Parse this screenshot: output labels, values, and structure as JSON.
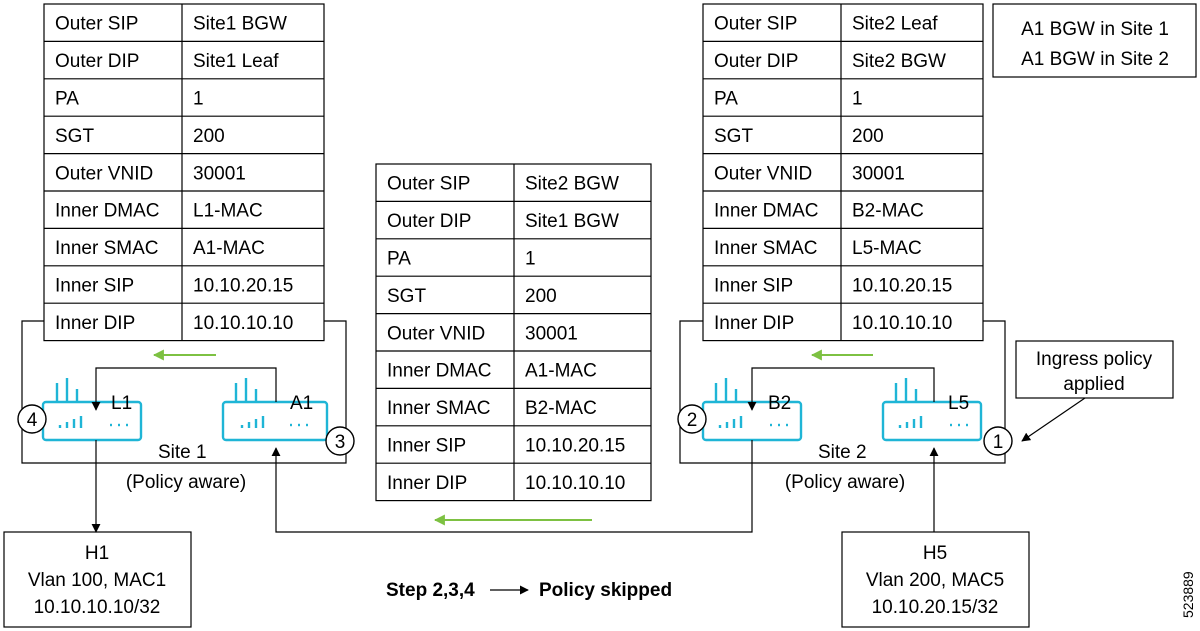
{
  "tables": {
    "site1": [
      [
        "Outer SIP",
        "Site1 BGW"
      ],
      [
        "Outer DIP",
        "Site1 Leaf"
      ],
      [
        "PA",
        "1"
      ],
      [
        "SGT",
        "200"
      ],
      [
        "Outer VNID",
        "30001"
      ],
      [
        "Inner DMAC",
        "L1-MAC"
      ],
      [
        "Inner SMAC",
        "A1-MAC"
      ],
      [
        "Inner SIP",
        "10.10.20.15"
      ],
      [
        "Inner DIP",
        "10.10.10.10"
      ]
    ],
    "middle": [
      [
        "Outer SIP",
        "Site2 BGW"
      ],
      [
        "Outer DIP",
        "Site1 BGW"
      ],
      [
        "PA",
        "1"
      ],
      [
        "SGT",
        "200"
      ],
      [
        "Outer VNID",
        "30001"
      ],
      [
        "Inner DMAC",
        "A1-MAC"
      ],
      [
        "Inner SMAC",
        "B2-MAC"
      ],
      [
        "Inner SIP",
        "10.10.20.15"
      ],
      [
        "Inner DIP",
        "10.10.10.10"
      ]
    ],
    "site2": [
      [
        "Outer SIP",
        "Site2 Leaf"
      ],
      [
        "Outer DIP",
        "Site2 BGW"
      ],
      [
        "PA",
        "1"
      ],
      [
        "SGT",
        "200"
      ],
      [
        "Outer VNID",
        "30001"
      ],
      [
        "Inner DMAC",
        "B2-MAC"
      ],
      [
        "Inner SMAC",
        "L5-MAC"
      ],
      [
        "Inner SIP",
        "10.10.20.15"
      ],
      [
        "Inner DIP",
        "10.10.10.10"
      ]
    ]
  },
  "legend_box": [
    "A1 BGW in Site 1",
    "A1 BGW in Site 2"
  ],
  "devices": {
    "l1": "L1",
    "a1": "A1",
    "b2": "B2",
    "l5": "L5"
  },
  "sites": {
    "site1_label": "Site 1",
    "site1_mode": "(Policy aware)",
    "site2_label": "Site 2",
    "site2_mode": "(Policy aware)"
  },
  "steps": [
    "4",
    "3",
    "2",
    "1"
  ],
  "ingress_note": [
    "Ingress policy",
    "applied"
  ],
  "hosts": {
    "h1": [
      "H1",
      "Vlan 100, MAC1",
      "10.10.10.10/32"
    ],
    "h5": [
      "H5",
      "Vlan 200, MAC5",
      "10.10.20.15/32"
    ]
  },
  "footer": {
    "left": "Step 2,3,4",
    "right": "Policy skipped"
  },
  "figure_id": "523889",
  "colors": {
    "device": "#1fb5d6",
    "flow_arrow": "#7dc142"
  }
}
